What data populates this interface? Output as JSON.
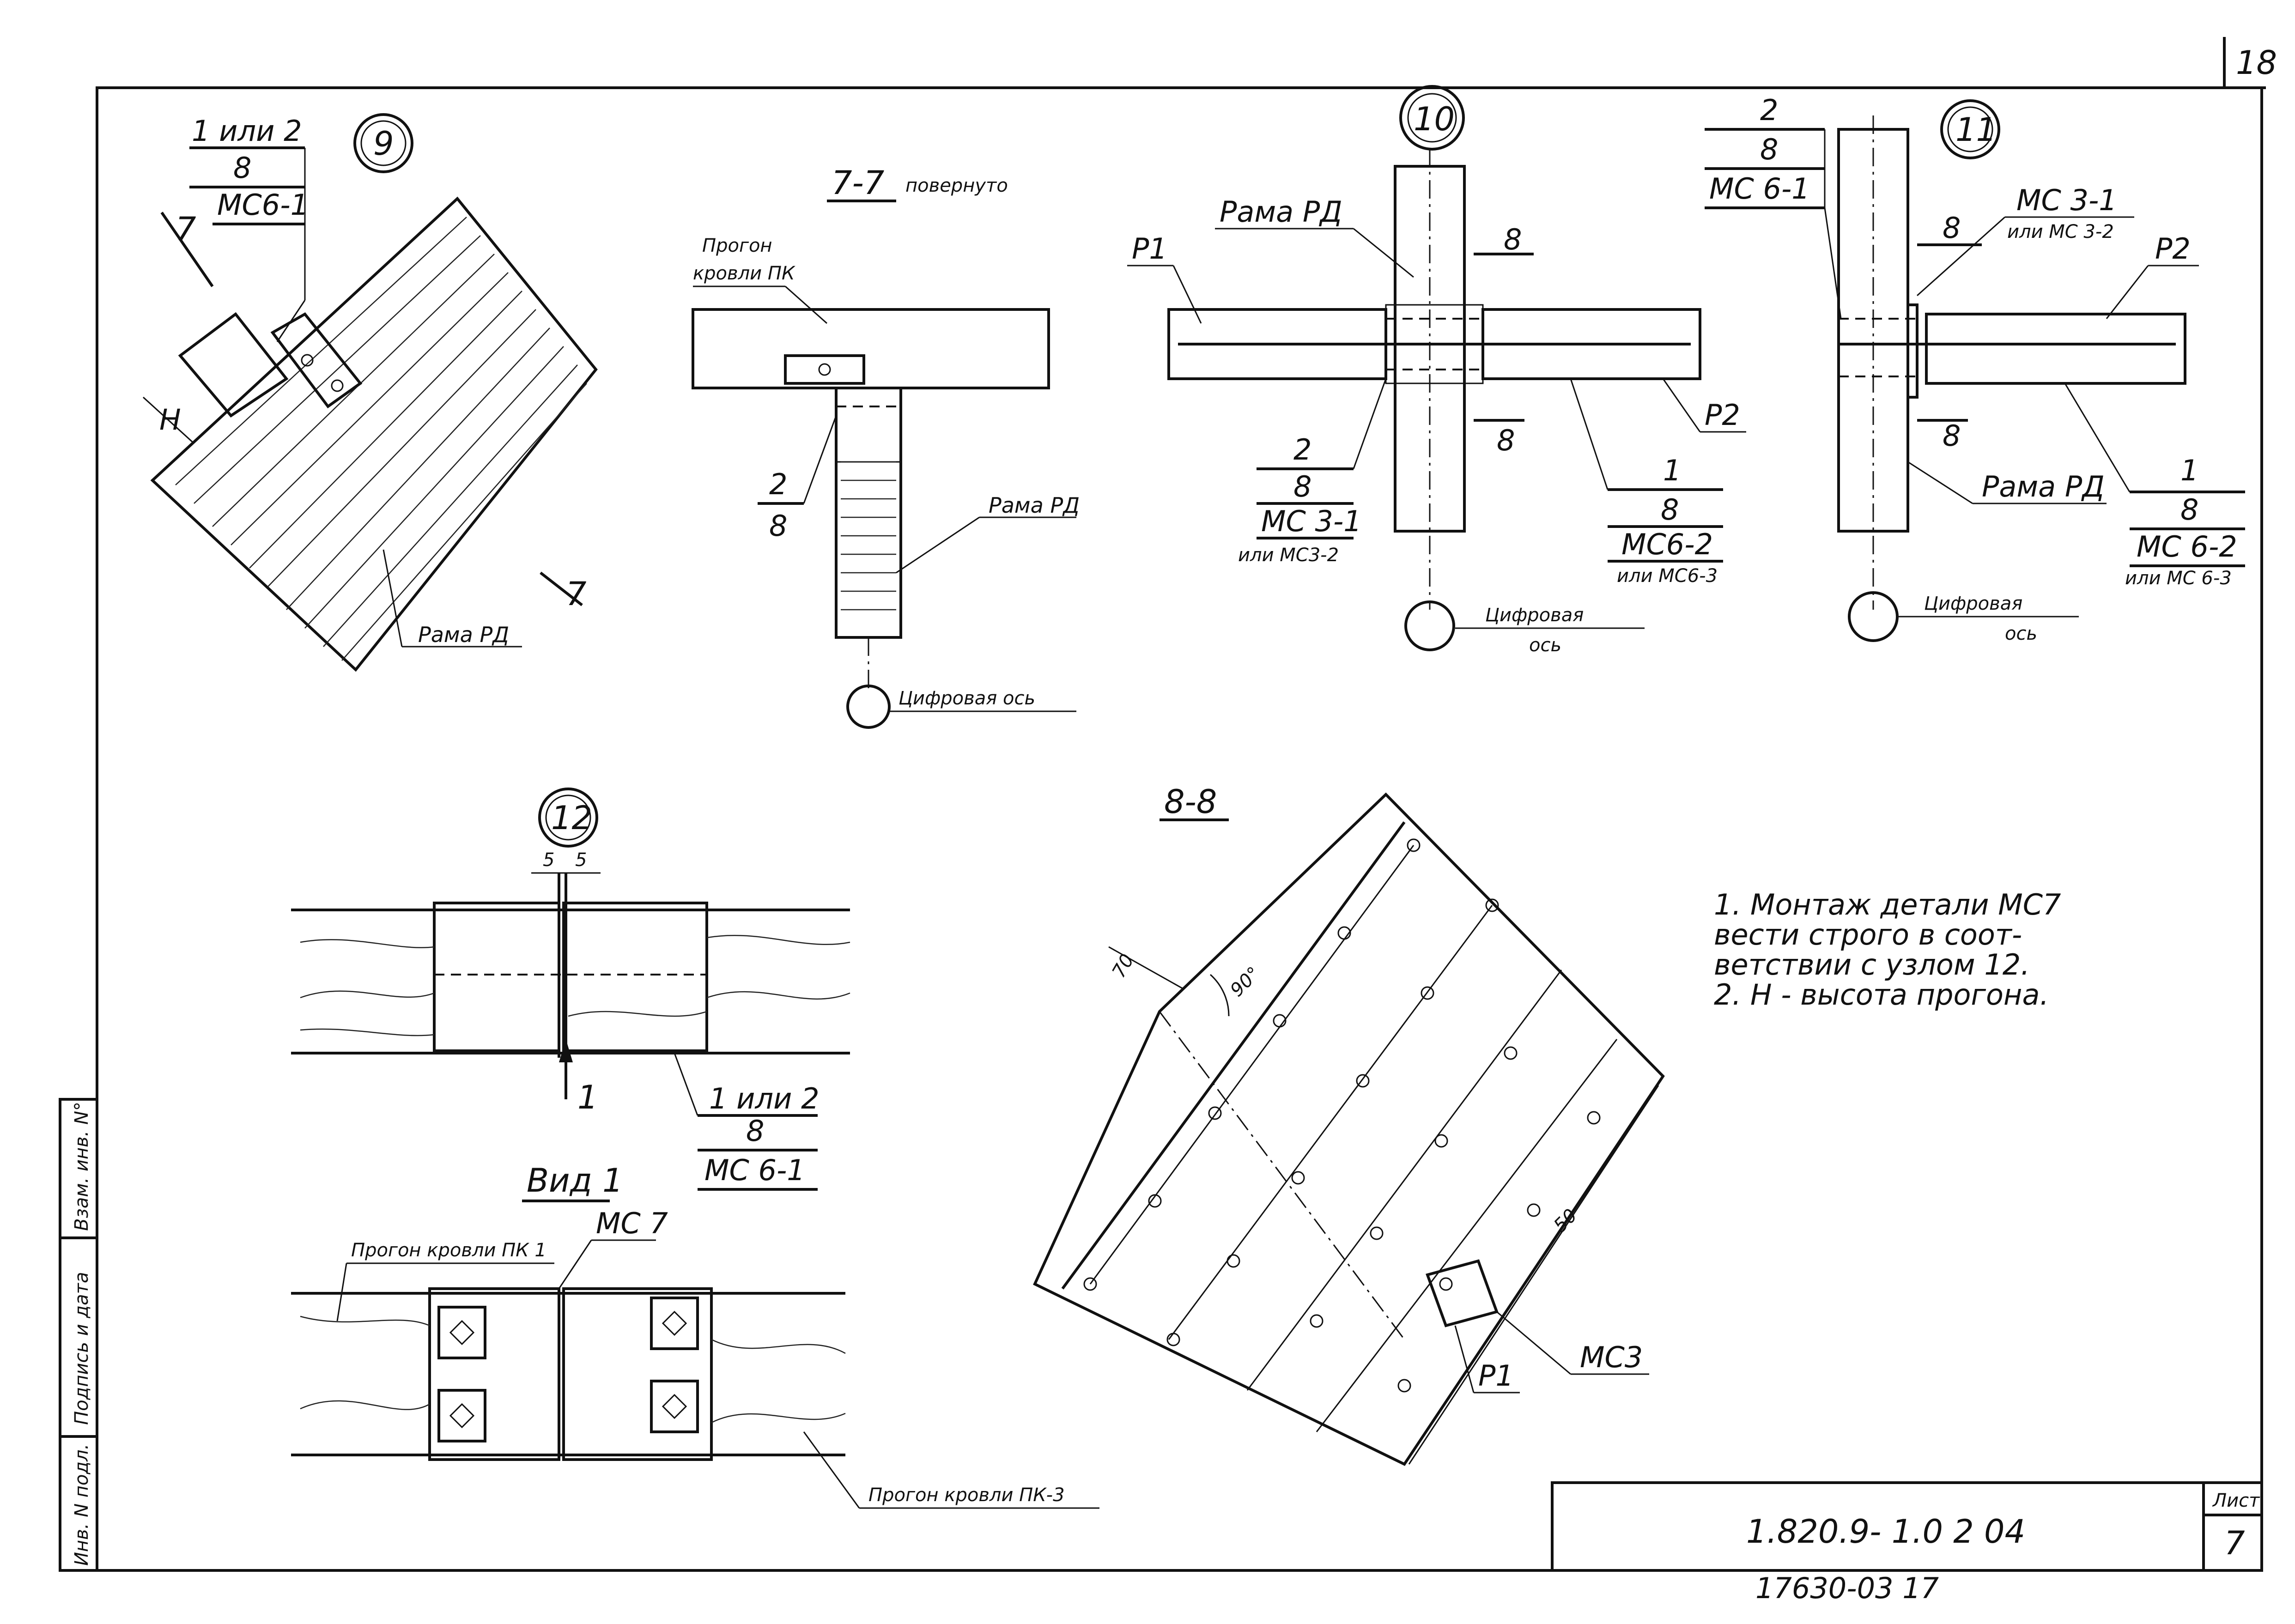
{
  "sheet": {
    "corner_number": "18",
    "stamp_code": "1.820.9- 1.0 2 04",
    "sheet_label": "Лист",
    "sheet_number": "7",
    "footer_code": "17630-03 17"
  },
  "side_stamp": {
    "inv_podl": "Инв. N подл.",
    "podpis_data": "Подпись и дата",
    "vzam_inv": "Взам. инв. N°"
  },
  "node9": {
    "num": "9",
    "callout_1": "1 или 2",
    "callout_2": "8",
    "callout_3": "МС6-1",
    "cut_mark": "7",
    "dim_h": "Н",
    "frame_label": "Рама РД"
  },
  "section77": {
    "title": "7-7",
    "subtitle": "повернуто",
    "purlin_label_1": "Прогон",
    "purlin_label_2": "кровли ПК",
    "callout_1": "2",
    "callout_2": "8",
    "frame_label": "Рама РД",
    "axis_label": "Цифровая ось"
  },
  "node10": {
    "num": "10",
    "frame_label": "Рама РД",
    "p1": "Р1",
    "p2": "Р2",
    "cut8": "8",
    "left_callout_1": "2",
    "left_callout_2": "8",
    "left_callout_3": "МС 3-1",
    "left_callout_4": "или МС3-2",
    "right_callout_1": "1",
    "right_callout_2": "8",
    "right_callout_3": "МС6-2",
    "right_callout_4": "или МС6-3",
    "axis_label_1": "Цифровая",
    "axis_label_2": "ось"
  },
  "node11": {
    "num": "11",
    "top_callout_1": "2",
    "top_callout_2": "8",
    "top_callout_3": "МС 6-1",
    "ms_callout_1": "МС 3-1",
    "ms_callout_2": "или МС 3-2",
    "p2": "Р2",
    "cut8": "8",
    "frame_label": "Рама РД",
    "right_callout_1": "1",
    "right_callout_2": "8",
    "right_callout_3": "МС 6-2",
    "right_callout_4": "или МС 6-3",
    "axis_label_1": "Цифровая",
    "axis_label_2": "ось"
  },
  "node12": {
    "num": "12",
    "dim_5a": "5",
    "dim_5b": "5",
    "view_arrow": "1",
    "callout_1": "1 или 2",
    "callout_2": "8",
    "callout_3": "МС 6-1"
  },
  "view1": {
    "title": "Вид 1",
    "purlin_pk1": "Прогон кровли ПК 1",
    "ms7": "МС 7",
    "purlin_pk3": "Прогон кровли ПК-3"
  },
  "section88": {
    "title": "8-8",
    "dim_70": "70",
    "angle_90": "90°",
    "dim_50": "50",
    "ms3": "МС3",
    "p1": "Р1"
  },
  "notes": {
    "note1_line1": "1. Монтаж детали МС7",
    "note1_line2": "вести строго в соот-",
    "note1_line3": "ветствии с узлом 12.",
    "note2": "2. Н - высота прогона."
  }
}
